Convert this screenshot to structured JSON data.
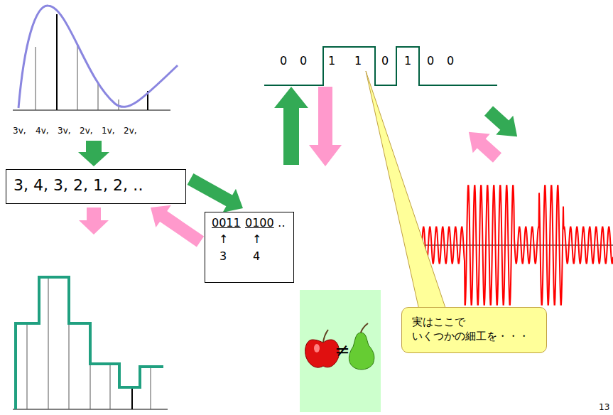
{
  "diagram": {
    "nodes": [
      {
        "text": [
          "3, 4, 3, 2, 1, 2, ‥"
        ]
      },
      {
        "text": [
          "0011",
          "0100",
          "‥",
          "↑",
          "↑",
          "3",
          "4"
        ]
      },
      {
        "text": [
          "実はここで いくつかの細工を・・・"
        ]
      }
    ],
    "edges": [
      {
        "from": 0,
        "to": 1,
        "arrow": "to"
      },
      {
        "from": 1,
        "to": 0,
        "arrow": "to"
      }
    ],
    "labels": [
      "3v,",
      "4v,",
      "3v,",
      "2v,",
      "1v,",
      "2v,",
      "0",
      "0",
      "1",
      "1",
      "0",
      "1",
      "0",
      "0",
      "≠",
      "13"
    ]
  }
}
